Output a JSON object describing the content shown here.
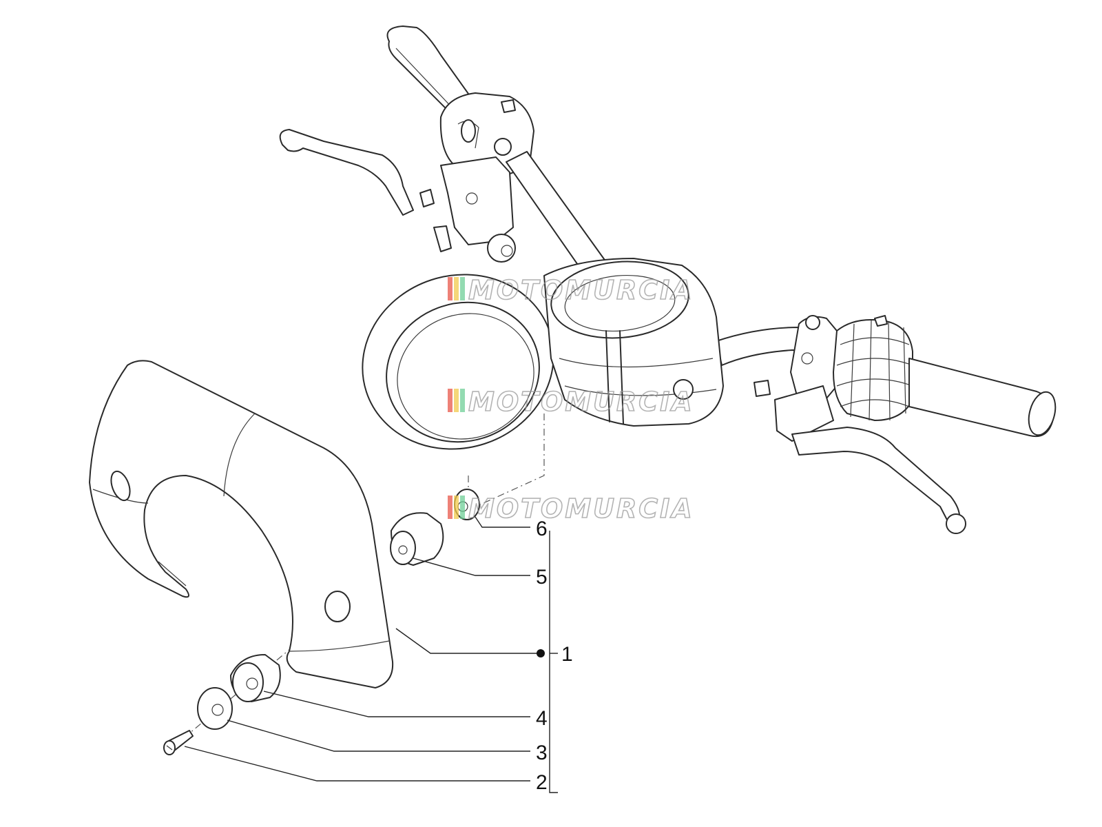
{
  "watermark": {
    "text": "MOTOMURCIA",
    "stripe_colors": [
      "#e8574a",
      "#f2c94c",
      "#6fcf97"
    ]
  },
  "callouts": [
    {
      "id": "6",
      "label": "6"
    },
    {
      "id": "5",
      "label": "5"
    },
    {
      "id": "1",
      "label": "1"
    },
    {
      "id": "4",
      "label": "4"
    },
    {
      "id": "3",
      "label": "3"
    },
    {
      "id": "2",
      "label": "2"
    }
  ],
  "colors": {
    "line": "#2a2a2a",
    "background": "#ffffff"
  }
}
